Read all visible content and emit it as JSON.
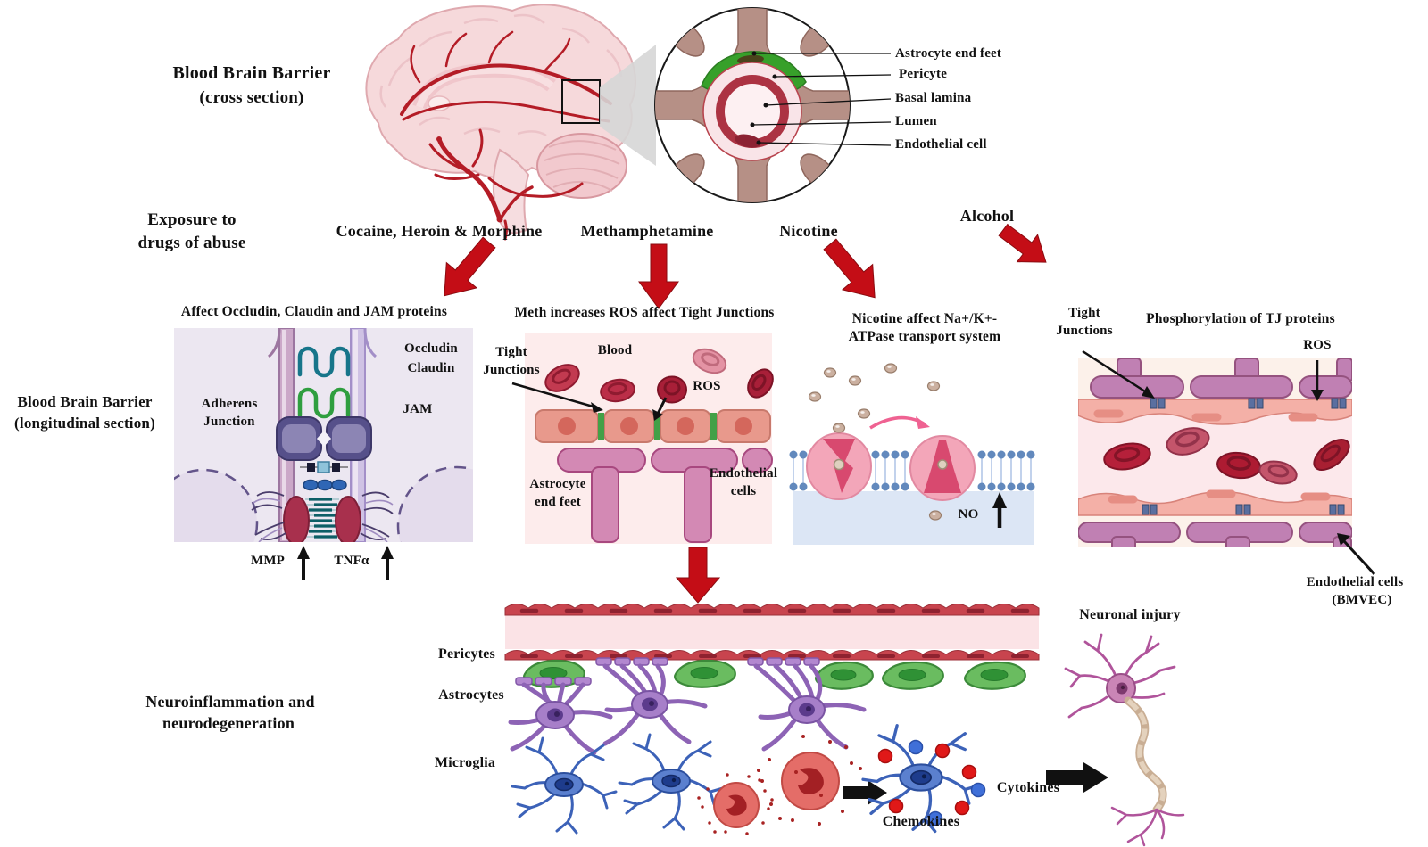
{
  "cross_section": {
    "heading_line1": "Blood Brain Barrier",
    "heading_line2": "(cross section)",
    "labels": {
      "astrocyte_end_feet": "Astrocyte end feet",
      "pericyte": "Pericyte",
      "basal_lamina": "Basal lamina",
      "lumen": "Lumen",
      "endothelial_cell": "Endothelial cell"
    }
  },
  "exposure": {
    "heading_line1": "Exposure to",
    "heading_line2": "drugs of abuse",
    "drugs": {
      "cocaine": "Cocaine, Heroin & Morphine",
      "methamphetamine": "Methamphetamine",
      "nicotine": "Nicotine",
      "alcohol": "Alcohol"
    }
  },
  "longitudinal": {
    "heading_line1": "Blood Brain Barrier",
    "heading_line2": "(longitudinal section)",
    "panel_occludin": {
      "title": "Affect Occludin, Claudin and JAM proteins",
      "occludin": "Occludin",
      "claudin": "Claudin",
      "adherens_line1": "Adherens",
      "adherens_line2": "Junction",
      "jam": "JAM",
      "mmp": "MMP",
      "tnf_alpha": "TNFα"
    },
    "panel_meth": {
      "title": "Meth increases ROS affect Tight Junctions",
      "tight_line1": "Tight",
      "tight_line2": "Junctions",
      "blood": "Blood",
      "ros": "ROS",
      "astrocyte_line1": "Astrocyte",
      "astrocyte_line2": "end feet",
      "endothelial_line1": "Endothelial",
      "endothelial_line2": "cells"
    },
    "panel_nicotine": {
      "title_line1": "Nicotine affect Na+/K+-",
      "title_line2": "ATPase transport system",
      "no": "NO"
    },
    "panel_alcohol": {
      "title": "Phosphorylation  of TJ proteins",
      "tight_line1": "Tight",
      "tight_line2": "Junctions",
      "ros": "ROS",
      "endothelial_line1": "Endothelial cells",
      "endothelial_line2": "(BMVEC)"
    }
  },
  "neuroinflammation": {
    "heading_line1": "Neuroinflammation  and",
    "heading_line2": "neurodegeneration",
    "pericytes": "Pericytes",
    "astrocytes": "Astrocytes",
    "microglia": "Microglia",
    "chemokines": "Chemokines",
    "cytokines": "Cytokines",
    "neuronal_injury": "Neuronal  injury"
  },
  "colors": {
    "arrow_red": "#c40d16",
    "pericyte_green": "#54ab4a",
    "tight_junction_green": "#43a047",
    "astrocyte_purple": "#a77fc9",
    "microglia_blue": "#5b80cf"
  }
}
